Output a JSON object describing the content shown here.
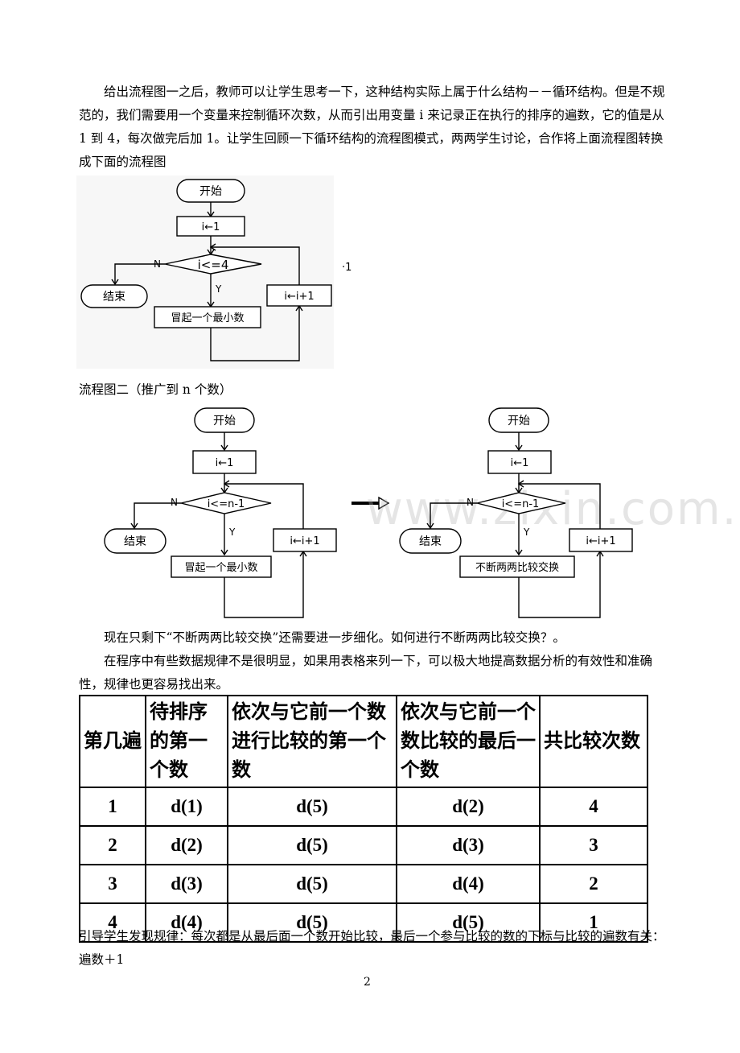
{
  "intro_paragraph": "给出流程图一之后，教师可以让学生思考一下，这种结构实际上属于什么结构－－循环结构。但是不规范的，我们需要用一个变量来控制循环次数，从而引出用变量 i 来记录正在执行的排序的遍数，它的值是从 1 到 4，每次做完后加 1。让学生回顾一下循环结构的流程图模式，两两学生讨论，合作将上面流程图转换成下面的流程图",
  "flowchart1": {
    "start": "开始",
    "init": "i←1",
    "condition": "i<=4",
    "no_label": "N",
    "yes_label": "Y",
    "end": "结束",
    "action": "冒起一个最小数",
    "increment": "i←i+1",
    "side_mark": "·1"
  },
  "caption2": "流程图二（推广到 n 个数）",
  "flowchart2": {
    "start": "开始",
    "init": "i←1",
    "condition": "i<=n-1",
    "no_label": "N",
    "yes_label": "Y",
    "end": "结束",
    "action": "冒起一个最小数",
    "increment": "i←i+1"
  },
  "flowchart3": {
    "start": "开始",
    "init": "i←1",
    "condition": "i<=n-1",
    "no_label": "N",
    "yes_label": "Y",
    "end": "结束",
    "action": "不断两两比较交换",
    "increment": "i←i+1"
  },
  "watermark": "www.zixin.com.cn",
  "para_remaining": "现在只剩下“不断两两比较交换”还需要进一步细化。如何进行不断两两比较交换？。",
  "para_table_intro": "在程序中有些数据规律不是很明显，如果用表格来列一下，可以极大地提高数据分析的有效性和准确性，规律也更容易找出来。",
  "table": {
    "headers": [
      "第几遍",
      "待排序的第一个数",
      "依次与它前一个数进行比较的第一个数",
      "依次与它前一个数比较的最后一个数",
      "共比较次数"
    ],
    "rows": [
      [
        "1",
        "d(1)",
        "d(5)",
        "d(2)",
        "4"
      ],
      [
        "2",
        "d(2)",
        "d(5)",
        "d(3)",
        "3"
      ],
      [
        "3",
        "d(3)",
        "d(5)",
        "d(4)",
        "2"
      ],
      [
        "4",
        "d(4)",
        "d(5)",
        "d(5)",
        "1"
      ]
    ]
  },
  "conclusion": "引导学生发现规律：每次都是从最后面一个数开始比较，最后一个参与比较的数的下标与比较的遍数有关：遍数＋1",
  "page_number": "2"
}
